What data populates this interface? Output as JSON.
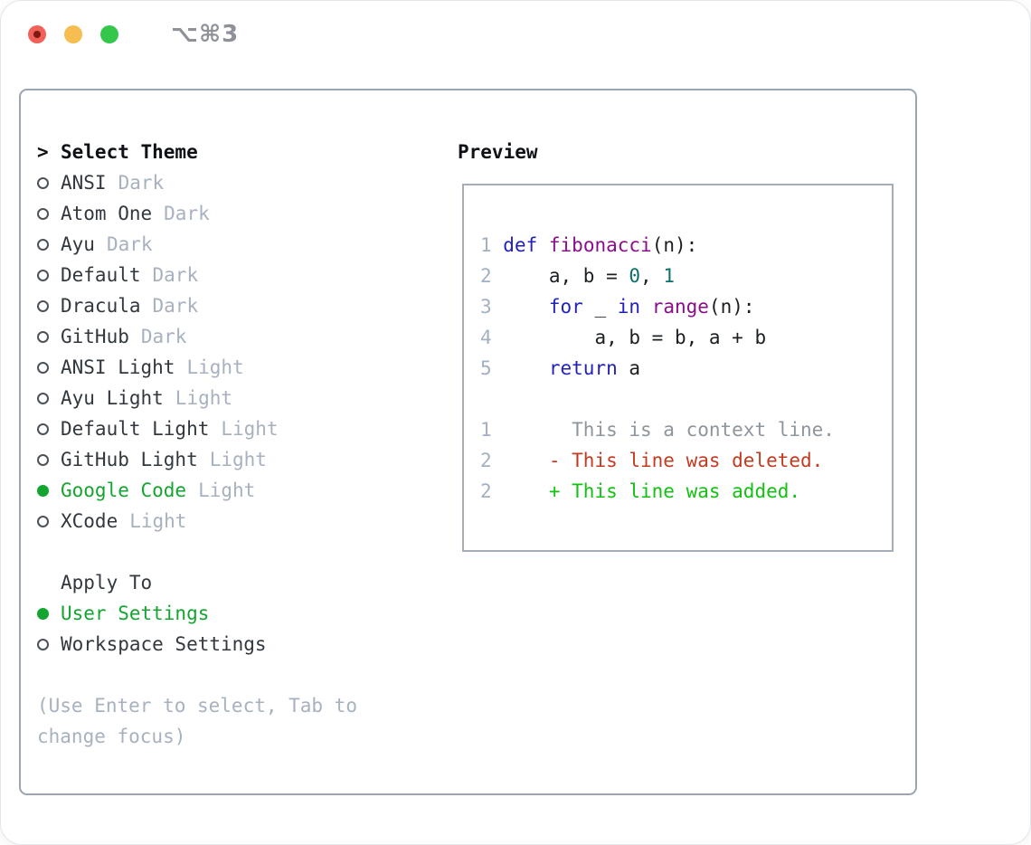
{
  "window": {
    "title": "⌥⌘3"
  },
  "theme_list": {
    "cursor": ">",
    "header": "Select Theme",
    "items": [
      {
        "name": "ANSI",
        "variant": "Dark",
        "selected": false
      },
      {
        "name": "Atom One",
        "variant": "Dark",
        "selected": false
      },
      {
        "name": "Ayu",
        "variant": "Dark",
        "selected": false
      },
      {
        "name": "Default",
        "variant": "Dark",
        "selected": false
      },
      {
        "name": "Dracula",
        "variant": "Dark",
        "selected": false
      },
      {
        "name": "GitHub",
        "variant": "Dark",
        "selected": false
      },
      {
        "name": "ANSI Light",
        "variant": "Light",
        "selected": false
      },
      {
        "name": "Ayu Light",
        "variant": "Light",
        "selected": false
      },
      {
        "name": "Default Light",
        "variant": "Light",
        "selected": false
      },
      {
        "name": "GitHub Light",
        "variant": "Light",
        "selected": false
      },
      {
        "name": "Google Code",
        "variant": "Light",
        "selected": true
      },
      {
        "name": "XCode",
        "variant": "Light",
        "selected": false
      }
    ]
  },
  "apply_to": {
    "header": "Apply To",
    "items": [
      {
        "name": "User Settings",
        "selected": true
      },
      {
        "name": "Workspace Settings",
        "selected": false
      }
    ]
  },
  "hint": "(Use Enter to select, Tab to change focus)",
  "preview": {
    "title": "Preview",
    "lines": [
      {
        "num": "1",
        "kind": "code",
        "segments": [
          {
            "t": "def",
            "c": "kw"
          },
          {
            "t": " ",
            "c": "plain"
          },
          {
            "t": "fibonacci",
            "c": "fn"
          },
          {
            "t": "(n):",
            "c": "plain"
          }
        ]
      },
      {
        "num": "2",
        "kind": "code",
        "segments": [
          {
            "t": "    a, b = ",
            "c": "plain"
          },
          {
            "t": "0",
            "c": "num"
          },
          {
            "t": ", ",
            "c": "plain"
          },
          {
            "t": "1",
            "c": "num"
          }
        ]
      },
      {
        "num": "3",
        "kind": "code",
        "segments": [
          {
            "t": "    ",
            "c": "plain"
          },
          {
            "t": "for",
            "c": "kw"
          },
          {
            "t": " _ ",
            "c": "plain"
          },
          {
            "t": "in",
            "c": "kw"
          },
          {
            "t": " ",
            "c": "plain"
          },
          {
            "t": "range",
            "c": "fn"
          },
          {
            "t": "(n):",
            "c": "plain"
          }
        ]
      },
      {
        "num": "4",
        "kind": "code",
        "segments": [
          {
            "t": "        a, b = b, a + b",
            "c": "plain"
          }
        ]
      },
      {
        "num": "5",
        "kind": "code",
        "segments": [
          {
            "t": "    ",
            "c": "plain"
          },
          {
            "t": "return",
            "c": "kw"
          },
          {
            "t": " a",
            "c": "plain"
          }
        ]
      },
      {
        "num": "",
        "kind": "blank",
        "segments": []
      },
      {
        "num": "1",
        "kind": "diff-context",
        "segments": [
          {
            "t": "      This is a context line.",
            "c": "ctx"
          }
        ]
      },
      {
        "num": "2",
        "kind": "diff-deleted",
        "segments": [
          {
            "t": "    - This line was deleted.",
            "c": "del"
          }
        ]
      },
      {
        "num": "2",
        "kind": "diff-added",
        "segments": [
          {
            "t": "    + This line was added.",
            "c": "add"
          }
        ]
      }
    ]
  },
  "colors": {
    "accent_green": "#13a52f",
    "diff_add": "#12c112",
    "diff_del": "#c43a20",
    "kw": "#2222bb",
    "fn": "#8b0d8b",
    "num": "#0d7068",
    "plain": "#1b1f23",
    "line_num": "#a2b0c2",
    "ctx": "#8d959d",
    "muted": "#a7b1bf",
    "text_dark": "#32383f",
    "heading": "#0e1116",
    "radio_outline": "#4c525a",
    "panel_border": "#9aa5b1",
    "preview_border": "#a4adb8",
    "title_gray": "#8e9298",
    "light_red": "#f1615a",
    "light_yellow": "#f6be50",
    "light_green": "#35c64c",
    "light_red_dot": "#7f1a10"
  }
}
